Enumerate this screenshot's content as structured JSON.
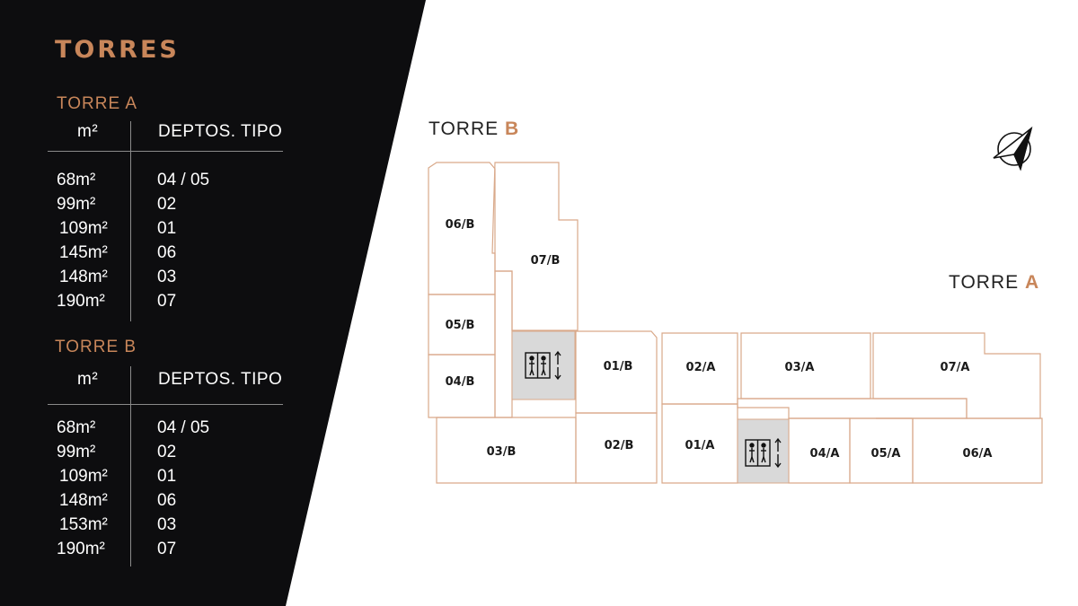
{
  "heading": "TORRES",
  "colors": {
    "accent": "#c8865a",
    "panel": "#0d0d0f",
    "wall": "#d9a98a",
    "elevator_fill": "#d9d9d9"
  },
  "tables": [
    {
      "title": "TORRE A",
      "col_area": "m²",
      "col_type": "DEPTOS. TIPO",
      "rows": [
        {
          "area": "68m²",
          "type": "04 / 05"
        },
        {
          "area": "99m²",
          "type": "02"
        },
        {
          "area": "109m²",
          "type": "01"
        },
        {
          "area": "145m²",
          "type": "06"
        },
        {
          "area": "148m²",
          "type": "03"
        },
        {
          "area": "190m²",
          "type": "07"
        }
      ]
    },
    {
      "title": "TORRE B",
      "col_area": "m²",
      "col_type": "DEPTOS. TIPO",
      "rows": [
        {
          "area": "68m²",
          "type": "04 / 05"
        },
        {
          "area": "99m²",
          "type": "02"
        },
        {
          "area": "109m²",
          "type": "01"
        },
        {
          "area": "148m²",
          "type": "06"
        },
        {
          "area": "153m²",
          "type": "03"
        },
        {
          "area": "190m²",
          "type": "07"
        }
      ]
    }
  ],
  "plan": {
    "tower_b_label": {
      "prefix": "TORRE",
      "letter": "B"
    },
    "tower_a_label": {
      "prefix": "TORRE",
      "letter": "A"
    },
    "units": [
      "06/B",
      "07/B",
      "05/B",
      "04/B",
      "01/B",
      "03/B",
      "02/B",
      "02/A",
      "03/A",
      "07/A",
      "01/A",
      "04/A",
      "05/A",
      "06/A"
    ],
    "icons": [
      "elevator-icon",
      "compass-icon"
    ]
  }
}
